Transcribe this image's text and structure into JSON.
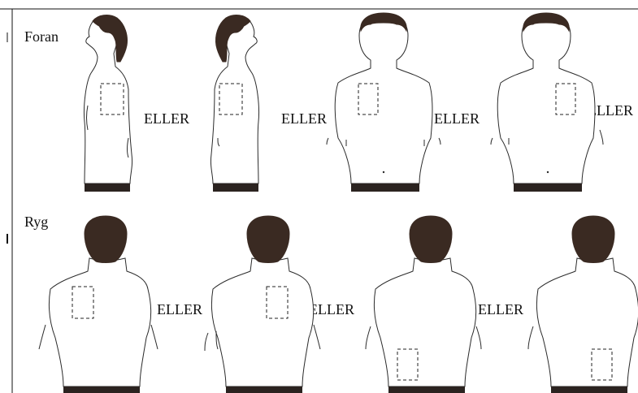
{
  "rows": {
    "front": {
      "label": "Foran"
    },
    "back": {
      "label": "Ryg"
    }
  },
  "separator": "ELLER",
  "colors": {
    "hair": "#3a2a22",
    "belt": "#2b2320",
    "outline": "#2b2b2b"
  }
}
